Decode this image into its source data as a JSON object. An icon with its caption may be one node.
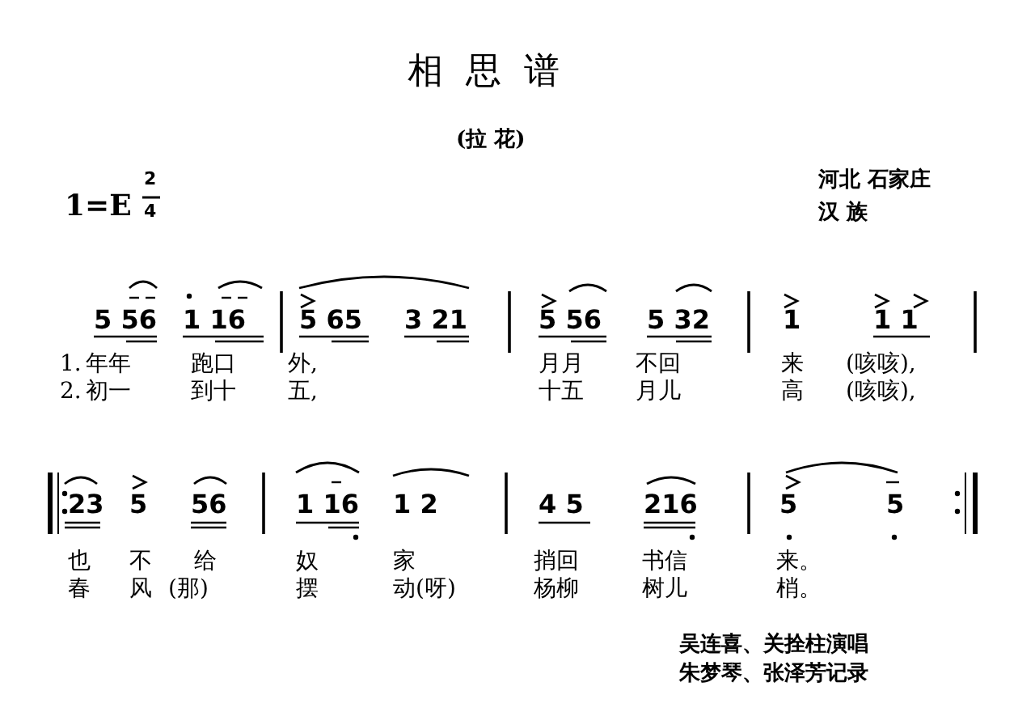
{
  "diagram": {
    "title": "相思谱",
    "labels": [
      "(拉 花)",
      "1=E",
      "2",
      "4",
      "河北 石家庄",
      "汉 族",
      "5 56",
      "1 16",
      "5 65",
      "3 21",
      "5 56",
      "5 32",
      "1",
      "1 1",
      "1.",
      "年年",
      "跑口",
      "外,",
      "月月",
      "不回",
      "来",
      "(咳咳),",
      "2.",
      "初一",
      "到十",
      "五,",
      "十五",
      "月儿",
      "高",
      "(咳咳),",
      "23",
      "5",
      "56",
      "1 16",
      "1 2",
      "4 5",
      "216",
      "5",
      "5",
      "也",
      "不",
      "给",
      "奴",
      "家",
      "捎回",
      "书信",
      "来。",
      "春",
      "风",
      "(那)",
      "摆",
      "动(呀)",
      "杨柳",
      "树儿",
      "梢。",
      "吴连喜、关拴柱演唱",
      "朱梦琴、张泽芳记录"
    ]
  }
}
